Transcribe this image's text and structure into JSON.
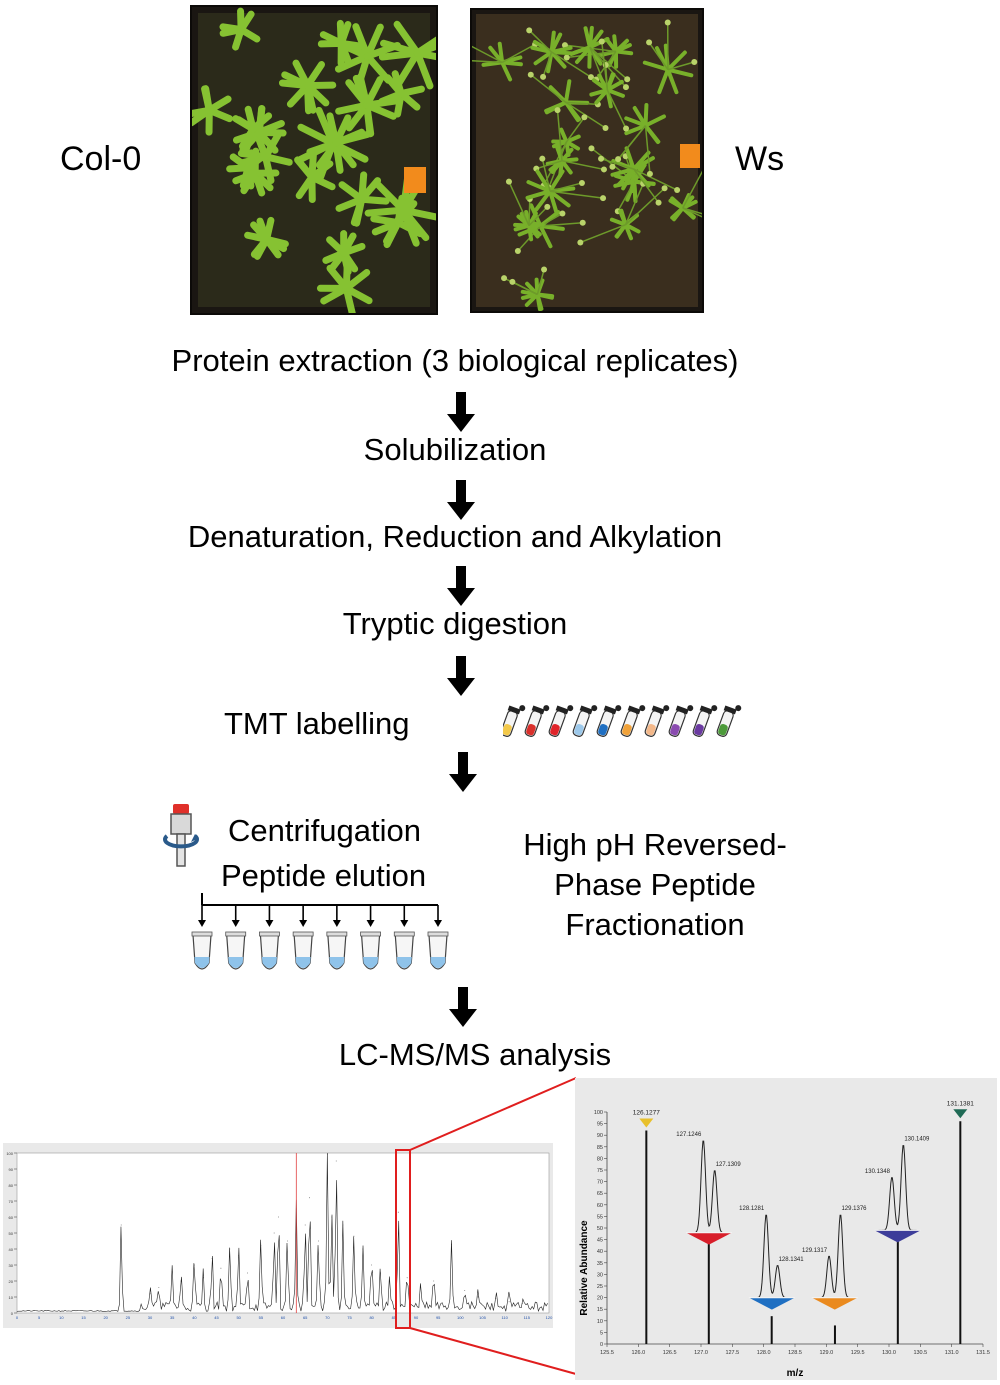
{
  "plants": {
    "left_label": "Col-0",
    "right_label": "Ws"
  },
  "steps": {
    "extraction": "Protein extraction (3 biological replicates)",
    "solubilization": "Solubilization",
    "denaturation": "Denaturation, Reduction and Alkylation",
    "digestion": "Tryptic digestion",
    "tmt": "TMT labelling",
    "centrifugation": "Centrifugation",
    "elution": "Peptide elution",
    "fractionation_line1": "High pH Reversed-",
    "fractionation_line2": "Phase Peptide",
    "fractionation_line3": "Fractionation",
    "lcms": "LC-MS/MS analysis"
  },
  "tube_colors": [
    "#f3c94a",
    "#d9302b",
    "#e0242a",
    "#9cc8ea",
    "#1f6fc2",
    "#f0a23a",
    "#f3b88a",
    "#8a4bb0",
    "#6a3aa0",
    "#4c9a3a"
  ],
  "inset_labels": {
    "ylabel": "Relative Abundance",
    "xlabel": "m/z"
  },
  "chart_data": [
    {
      "type": "line",
      "description_role": "chromatogram",
      "ylim": [
        0,
        100
      ],
      "xlim": [
        0,
        120
      ],
      "y_ticks": [
        0,
        10,
        20,
        30,
        40,
        50,
        60,
        70,
        80,
        90,
        100
      ],
      "x_ticks": [
        0,
        5,
        10,
        15,
        20,
        25,
        30,
        35,
        40,
        45,
        50,
        55,
        60,
        65,
        70,
        75,
        80,
        85,
        90,
        95,
        100,
        105,
        110,
        115,
        120
      ],
      "peaks": [
        {
          "x": 23.5,
          "y": 55
        },
        {
          "x": 30,
          "y": 12
        },
        {
          "x": 32,
          "y": 16
        },
        {
          "x": 35,
          "y": 26
        },
        {
          "x": 37,
          "y": 20
        },
        {
          "x": 40,
          "y": 30
        },
        {
          "x": 42,
          "y": 22
        },
        {
          "x": 44,
          "y": 34
        },
        {
          "x": 46,
          "y": 28
        },
        {
          "x": 48,
          "y": 40
        },
        {
          "x": 50,
          "y": 36
        },
        {
          "x": 52,
          "y": 25
        },
        {
          "x": 55,
          "y": 42
        },
        {
          "x": 58,
          "y": 50
        },
        {
          "x": 59,
          "y": 60
        },
        {
          "x": 61,
          "y": 45
        },
        {
          "x": 63,
          "y": 65
        },
        {
          "x": 65,
          "y": 55
        },
        {
          "x": 66,
          "y": 72
        },
        {
          "x": 68,
          "y": 45
        },
        {
          "x": 70,
          "y": 99
        },
        {
          "x": 71,
          "y": 60
        },
        {
          "x": 72,
          "y": 95
        },
        {
          "x": 73.5,
          "y": 55
        },
        {
          "x": 76,
          "y": 48
        },
        {
          "x": 78,
          "y": 40
        },
        {
          "x": 80,
          "y": 30
        },
        {
          "x": 82,
          "y": 25
        },
        {
          "x": 84,
          "y": 20
        },
        {
          "x": 86,
          "y": 63
        },
        {
          "x": 88,
          "y": 22
        },
        {
          "x": 91,
          "y": 16
        },
        {
          "x": 94,
          "y": 20
        },
        {
          "x": 98,
          "y": 43
        },
        {
          "x": 101,
          "y": 14
        },
        {
          "x": 104,
          "y": 10
        },
        {
          "x": 108,
          "y": 9
        },
        {
          "x": 111,
          "y": 7
        },
        {
          "x": 114,
          "y": 6
        }
      ],
      "marker_x": 63
    },
    {
      "type": "bar",
      "description_role": "TMT reporter ion spectrum",
      "xlabel": "m/z",
      "ylabel": "Relative Abundance",
      "xlim": [
        125.5,
        131.5
      ],
      "ylim": [
        0,
        100
      ],
      "x_ticks": [
        125.5,
        126.0,
        126.5,
        127.0,
        127.5,
        128.0,
        128.5,
        129.0,
        129.5,
        130.0,
        130.5,
        131.0,
        131.5
      ],
      "y_ticks": [
        0,
        5,
        10,
        15,
        20,
        25,
        30,
        35,
        40,
        45,
        50,
        55,
        60,
        65,
        70,
        75,
        80,
        85,
        90,
        95,
        100
      ],
      "peaks": [
        {
          "x": 126.1277,
          "y": 92,
          "label": "126.1277",
          "marker_color": "#e8c02c"
        },
        {
          "x": 127.1246,
          "y": 44,
          "label": "",
          "marker_color": ""
        },
        {
          "x": 128.1281,
          "y": 12,
          "label": "",
          "marker_color": ""
        },
        {
          "x": 129.1376,
          "y": 8,
          "label": "",
          "marker_color": ""
        },
        {
          "x": 130.1409,
          "y": 46,
          "label": "",
          "marker_color": ""
        },
        {
          "x": 131.1381,
          "y": 96,
          "label": "131.1381",
          "marker_color": "#1f6a55"
        }
      ],
      "insets": [
        {
          "x1": 127.1246,
          "x2": 127.1309,
          "label1": "127.1246",
          "label2": "127.1309",
          "h1": 88,
          "h2": 75,
          "color": "#d81e2a"
        },
        {
          "x1": 128.1281,
          "x2": 128.1341,
          "label1": "128.1281",
          "label2": "128.1341",
          "h1": 56,
          "h2": 34,
          "color": "#1f6fc2"
        },
        {
          "x1": 129.1317,
          "x2": 129.1376,
          "label1": "129.1317",
          "label2": "129.1376",
          "h1": 38,
          "h2": 56,
          "color": "#ea8a1e"
        },
        {
          "x1": 130.1348,
          "x2": 130.1409,
          "label1": "130.1348",
          "label2": "130.1409",
          "h1": 72,
          "h2": 86,
          "color": "#3d3d9a"
        }
      ]
    }
  ]
}
